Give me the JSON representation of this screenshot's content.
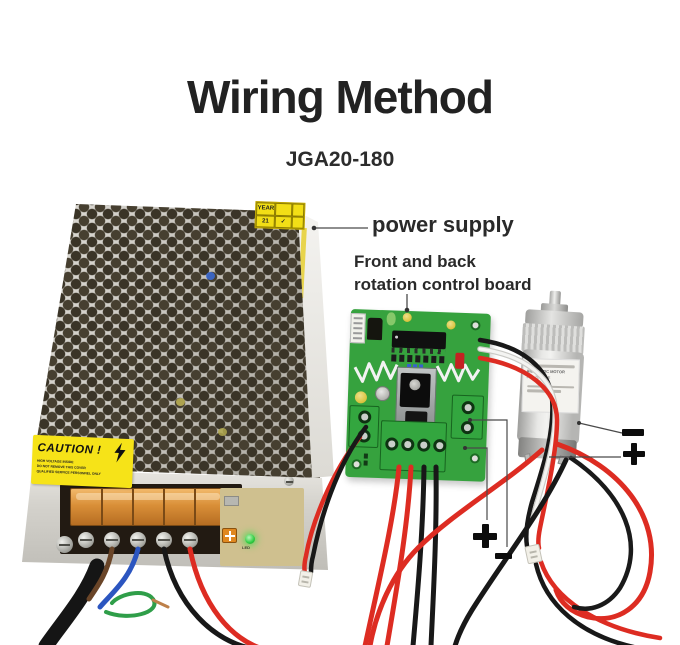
{
  "header": {
    "title": "Wiring Method",
    "model": "JGA20-180"
  },
  "callouts": {
    "power_supply": "power supply",
    "control_board": [
      "Front and back",
      "rotation control board"
    ],
    "motor_minus": "−",
    "motor_plus": "+",
    "board_plus": "+",
    "board_minus": "−"
  },
  "power_supply_unit": {
    "caution_sticker": {
      "title": "CAUTION !",
      "lines": [
        "HIGH VOLTAGE INSIDE",
        "DO NOT REMOVE THIS COVER",
        "QUALIFIED SERVICE PERSONNEL ONLY"
      ]
    },
    "date_sticker": {
      "header": "YEAR",
      "value": "21",
      "mark": "✓"
    },
    "led_label": "LED"
  },
  "motor_unit": {
    "label_lines": [
      "AILONG DC MOTOR",
      "JGA-20-180-E"
    ]
  },
  "colors": {
    "wire_red": "#dd2c22",
    "wire_black": "#181818",
    "pcb_green": "#36a23e",
    "terminal_green": "#33a63f",
    "caution_yellow": "#f6e318",
    "text_dark": "#1e1e1e"
  }
}
